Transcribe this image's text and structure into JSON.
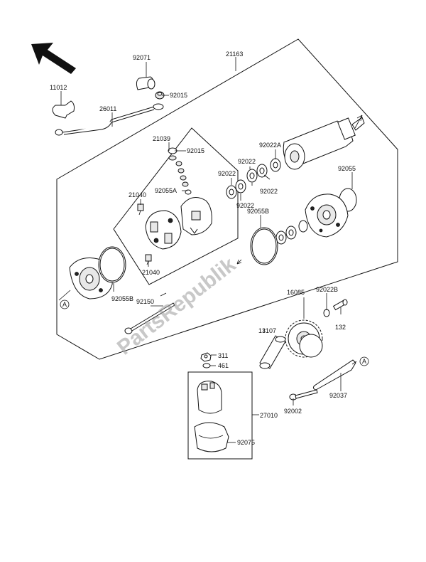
{
  "diagram": {
    "watermark": "PartsRepublik",
    "labels": {
      "p21163": "21163",
      "p92071": "92071",
      "p11012": "11012",
      "p92015a": "92015",
      "p26011": "26011",
      "p21039": "21039",
      "p92015b": "92015",
      "p21040a": "21040",
      "p92055A": "92055A",
      "p21040b": "21040",
      "p92022A": "92022A",
      "p92022a": "92022",
      "p92022b": "92022",
      "p92022c": "92022",
      "p92022d": "92022",
      "p92055": "92055",
      "p92055B_a": "92055B",
      "p92055B_b": "92055B",
      "p92150": "92150",
      "p16085": "16085",
      "p92022B": "92022B",
      "p132": "132",
      "p13107": "13107",
      "p311": "311",
      "p461": "461",
      "p27010": "27010",
      "p92075": "92075",
      "p92002": "92002",
      "p92037": "92037",
      "refA1": "A",
      "refA2": "A"
    }
  }
}
